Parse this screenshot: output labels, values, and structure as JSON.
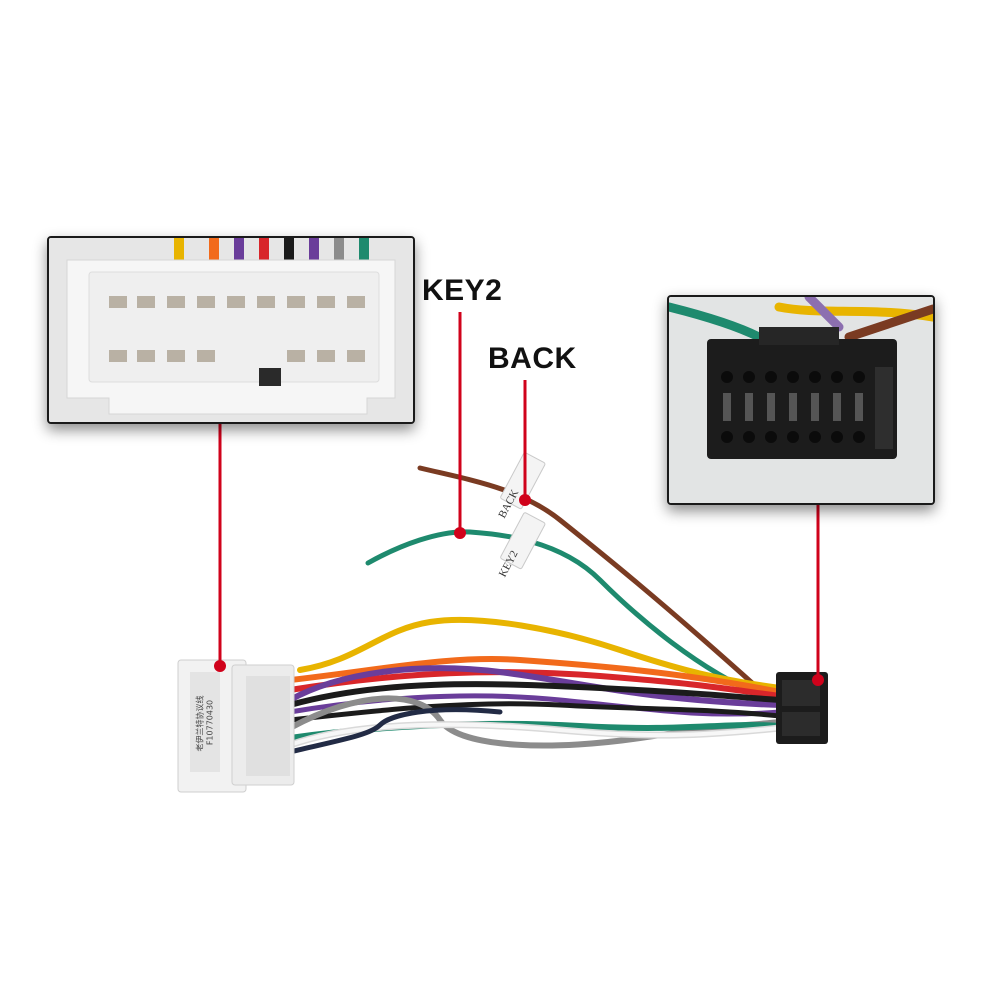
{
  "callouts": {
    "key2": "KEY2",
    "back": "BACK"
  },
  "wire_tags": {
    "back": "BACK",
    "key2": "KEY2"
  },
  "connector_label": {
    "line1": "老伊兰特协议线",
    "line2": "F10770430"
  },
  "colors": {
    "callout_red": "#d0021b",
    "wire_yellow": "#e8b400",
    "wire_orange": "#f26a1b",
    "wire_red": "#d8262a",
    "wire_purple": "#6a3d9a",
    "wire_black": "#1b1b1b",
    "wire_gray": "#8c8c8c",
    "wire_white": "#f4f4f4",
    "wire_green": "#1e8a6e",
    "wire_brown": "#7a3b22"
  }
}
